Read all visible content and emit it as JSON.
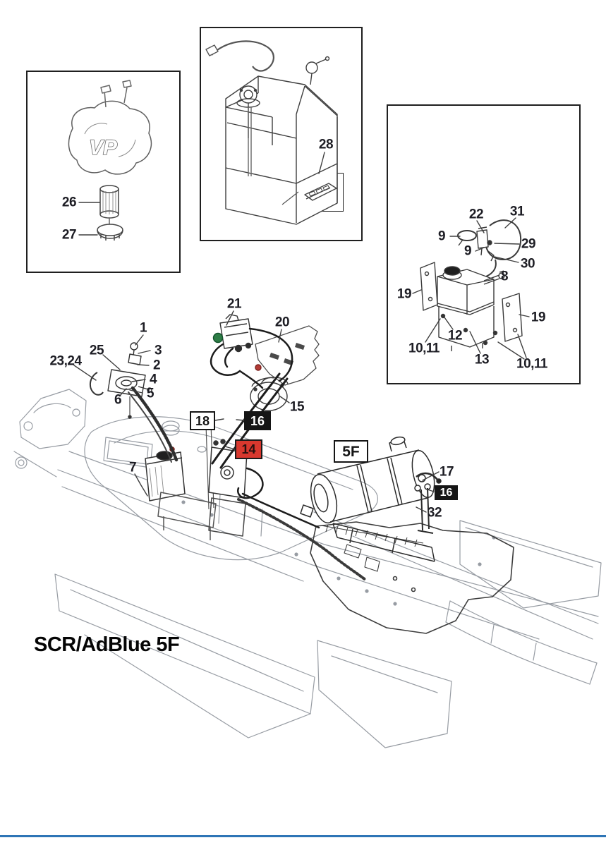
{
  "page": {
    "title": "SCR/AdBlue 5F"
  },
  "colors": {
    "label_ink": "#1d1d24",
    "tag_red_bg": "#d8382e",
    "tag_black_bg": "#151515",
    "bottom_rule_blue": "#2e75b6",
    "green_port": "#2e7d46",
    "red_fitting": "#b23b36"
  },
  "insets": {
    "pump_filter": {
      "logo": "VP",
      "filter_label": "26",
      "cap_label": "27"
    },
    "adblue_tank": {
      "plate_label": "28"
    },
    "expansion_tank": {
      "clamp_label_a": "9",
      "clamp_label_b": "9",
      "sensor_label": "22",
      "loop_label": "31",
      "connector_label": "29",
      "bracket_small_label": "30",
      "fitting_label": "8",
      "bracket_left_label": "19",
      "bracket_right_label": "19",
      "spacer_label": "12",
      "tank_label": "13",
      "bolts_label_a": "10,11",
      "bolts_label_b": "10,11"
    }
  },
  "callouts": {
    "c1": "1",
    "c2": "2",
    "c3": "3",
    "c4": "4",
    "c5": "5",
    "c6": "6",
    "c7": "7",
    "c15": "15",
    "c17": "17",
    "c20": "20",
    "c21": "21",
    "c23_24": "23,24",
    "c25": "25",
    "c32": "32"
  },
  "boxed_labels": {
    "hose_18": "18",
    "hose_16_upper": "16",
    "hose_14": "14",
    "scr_group": "5F",
    "sensor_16_lower": "16"
  }
}
